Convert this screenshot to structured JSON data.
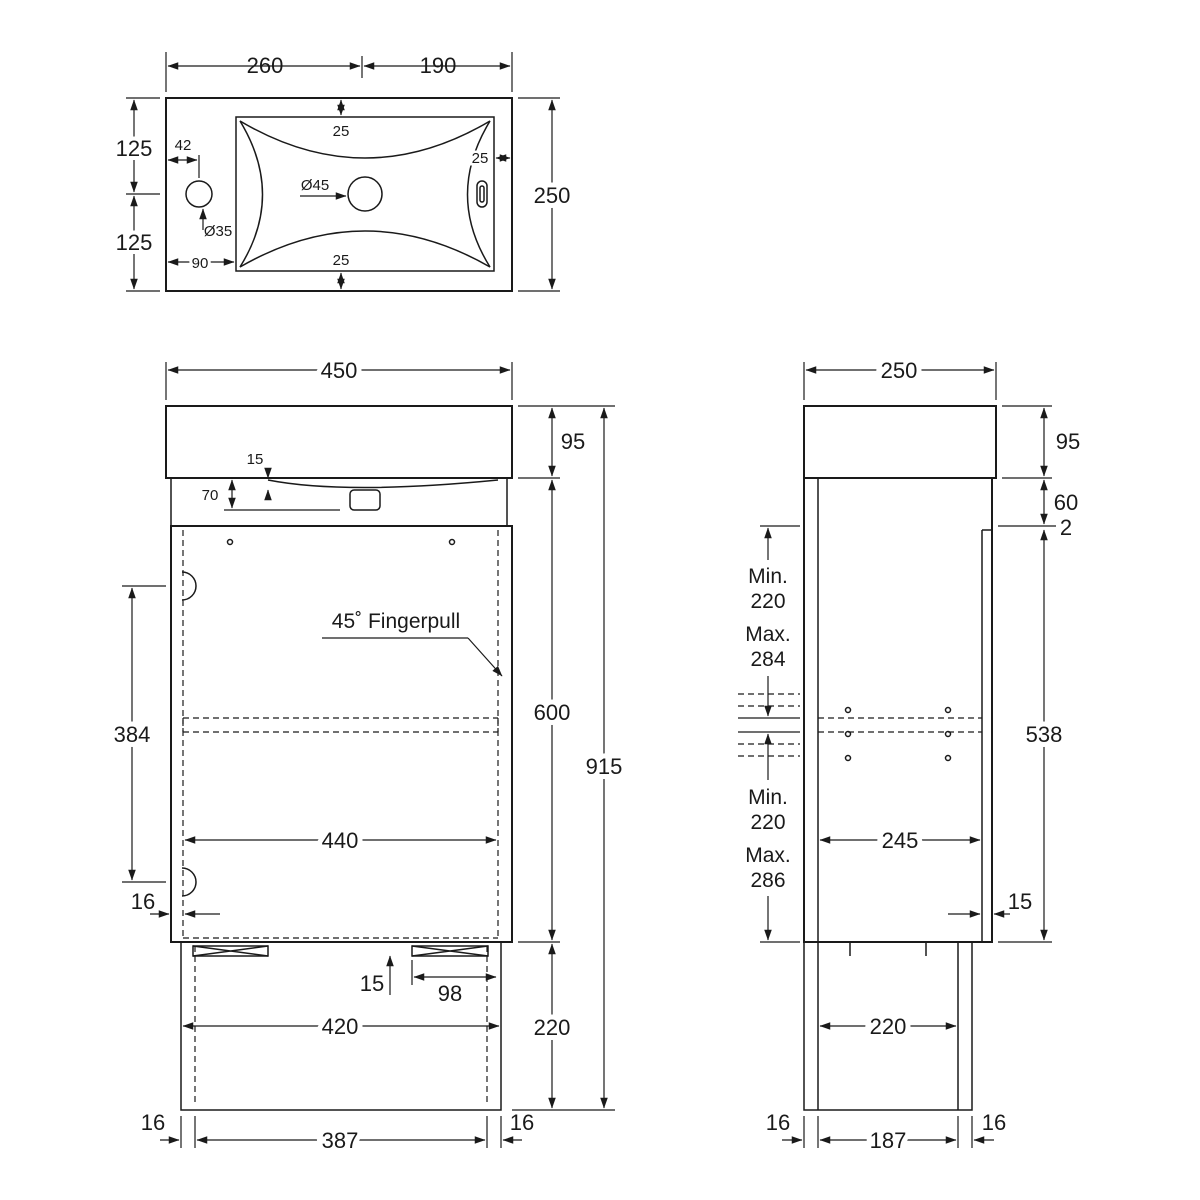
{
  "plan_view": {
    "dims": {
      "left_width": "260",
      "right_width": "190",
      "top_half": "125",
      "bottom_half": "125",
      "total_depth": "250",
      "tap_offset_top": "42",
      "tap_offset_left": "90",
      "tap_diameter": "Ø35",
      "waste_diameter": "Ø45",
      "bowl_margin_top": "25",
      "bowl_margin_bottom": "25",
      "bowl_margin_right": "25"
    }
  },
  "front_view": {
    "dims": {
      "overall_width": "450",
      "basin_height": "95",
      "cabinet_height": "600",
      "overall_height": "915",
      "legs_height": "220",
      "hinge_spacing": "384",
      "inner_width": "440",
      "side_thickness": "16",
      "waste_trap_top": "15",
      "waste_trap_depth": "70",
      "foot_width": "98",
      "foot_offset": "15",
      "leg_inner_width": "420",
      "leg_clear_width": "387",
      "leg_left_thickness": "16",
      "leg_right_thickness": "16"
    },
    "callout": "45˚ Fingerpull"
  },
  "side_view": {
    "dims": {
      "overall_depth": "250",
      "basin_height": "95",
      "rail_height": "60",
      "gap": "2",
      "shelf_height": "538",
      "inner_depth": "245",
      "back_panel": "15",
      "legs_depth": "220",
      "leg_clear_depth": "187",
      "leg_front_thickness": "16",
      "leg_back_thickness": "16"
    },
    "shelf_upper": {
      "min_label": "Min.",
      "min_value": "220",
      "max_label": "Max.",
      "max_value": "284"
    },
    "shelf_lower": {
      "min_label": "Min.",
      "min_value": "220",
      "max_label": "Max.",
      "max_value": "286"
    }
  }
}
